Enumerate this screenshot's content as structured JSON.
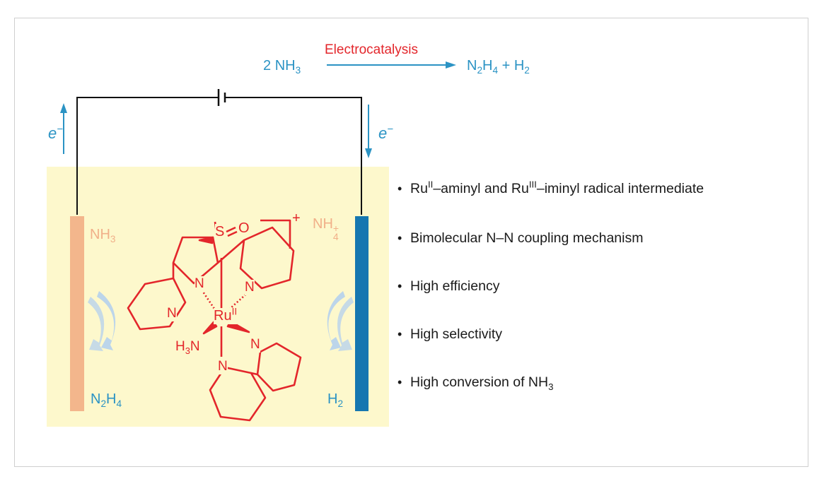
{
  "reaction": {
    "catalyst_label": "Electrocatalysis",
    "reactant_coef": "2",
    "reactant_sym": "NH",
    "reactant_sub": "3",
    "product_n": "N",
    "product_n_sub": "2",
    "product_h": "H",
    "product_h_sub": "4",
    "plus": "+",
    "product_h2": "H",
    "product_h2_sub": "2"
  },
  "cell": {
    "electron_left": "e",
    "electron_left_sup": "−",
    "electron_right": "e",
    "electron_right_sup": "−",
    "anode_input": "NH",
    "anode_input_sub": "3",
    "anode_output": "N",
    "anode_output_sub1": "2",
    "anode_output_h": "H",
    "anode_output_sub2": "4",
    "cathode_input": "NH",
    "cathode_input_sub": "4",
    "cathode_input_sup": "+",
    "cathode_output": "H",
    "cathode_output_sub": "2"
  },
  "complex": {
    "metal": "Ru",
    "metal_ox": "II",
    "s_label": "S",
    "o_label": "O",
    "charge": "+",
    "n_labels": [
      "N",
      "N",
      "N",
      "N",
      "N"
    ],
    "amine_h": "H",
    "amine_sub": "3",
    "amine_n": "N"
  },
  "features": [
    {
      "segments": [
        "Ru",
        "II",
        "–aminyl and Ru",
        "III",
        "–iminyl radical intermediate"
      ]
    },
    {
      "text": "Bimolecular N–N coupling mechanism"
    },
    {
      "text": "High efficiency"
    },
    {
      "text": "High selectivity"
    },
    {
      "segments": [
        "High conversion of NH",
        "3"
      ]
    }
  ],
  "colors": {
    "accent_blue": "#2b93c4",
    "red": "#e3262b",
    "electrolyte": "#fdf8cc",
    "anode": "#f3b68c",
    "cathode": "#1677b0",
    "swirl": "#bcd5ea"
  },
  "icons": [
    "battery-icon",
    "reaction-arrow",
    "electron-flow-arrow",
    "swirl-arrow"
  ]
}
